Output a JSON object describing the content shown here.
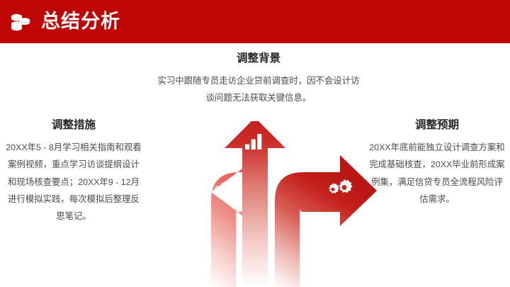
{
  "header": {
    "title": "总结分析",
    "icon": "coins-stack-icon",
    "background_color": "#c00505",
    "text_color": "#ffffff"
  },
  "theme": {
    "accent_red": "#c8201e",
    "deep_red": "#c00505",
    "light_red": "#e8625c",
    "body_text_color": "#4a4a4a",
    "title_text_color": "#262626",
    "page_background": "#ffffff"
  },
  "blocks": {
    "top": {
      "title": "调整背景",
      "body": "实习中跟随专员走访企业贷前调查时，因不会设计访谈问题无法获取关键信息。"
    },
    "left": {
      "title": "调整措施",
      "body": "20XX年5 - 8月学习相关指南和观看案例视频，重点学习访谈提纲设计和现场核查要点；20XX年9 - 12月进行模拟实践，每次模拟后整理反思笔记。"
    },
    "right": {
      "title": "调整预期",
      "body": "20XX年底前能独立设计调查方案和完成基础核查，20XX毕业前形成案例集，满足信贷专员全流程风险评估需求。"
    }
  },
  "graphic": {
    "arrows": [
      {
        "name": "left-curved-arrow",
        "direction": "left",
        "icon": "scales-balance-icon"
      },
      {
        "name": "center-up-arrow",
        "direction": "up",
        "icon": "bar-chart-icon"
      },
      {
        "name": "right-curved-arrow",
        "direction": "right",
        "icon": "gears-icon"
      }
    ]
  }
}
